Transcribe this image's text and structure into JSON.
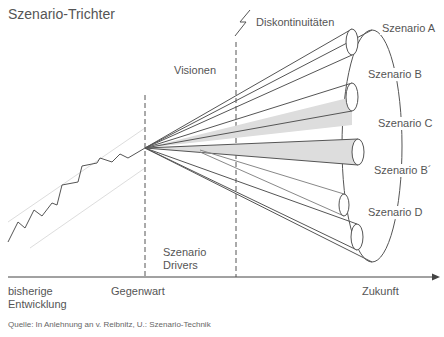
{
  "diagram": {
    "title": "Szenario-Trichter",
    "caption": "Quelle: In Anlehnung an v. Reibnitz, U.: Szenario-Technik",
    "labels": [
      "Diskontinuitäten",
      "Visionen",
      "Szenario A",
      "Szenario B",
      "Szenario C",
      "Szenario B´",
      "Szenario D",
      "Szenario Drivers",
      "bisherige Entwicklung",
      "Gegenwart",
      "Zukunft"
    ]
  }
}
